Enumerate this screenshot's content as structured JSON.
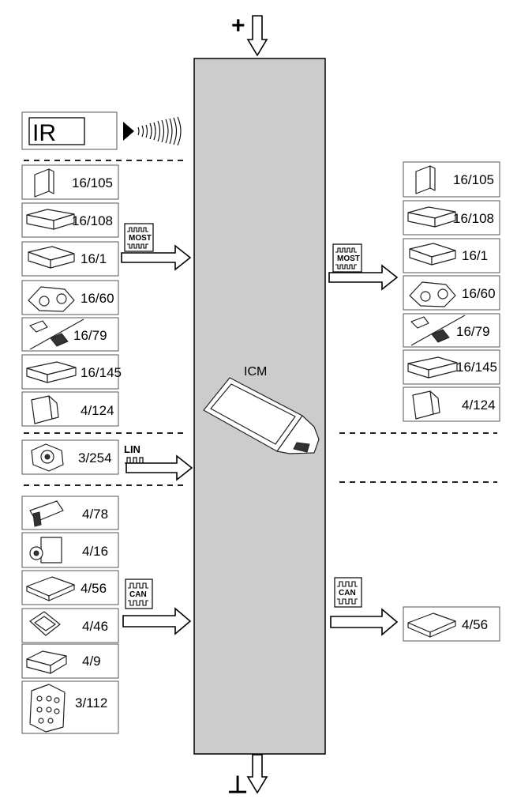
{
  "power": {
    "plus": "+",
    "ground": "⊥"
  },
  "icm": {
    "label": "ICM"
  },
  "ir": {
    "label": "IR"
  },
  "buses": {
    "most": "MOST",
    "lin": "LIN",
    "can": "CAN"
  },
  "left_most_units": [
    "16/105",
    "16/108",
    "16/1",
    "16/60",
    "16/79",
    "16/145",
    "4/124"
  ],
  "right_most_units": [
    "16/105",
    "16/108",
    "16/1",
    "16/60",
    "16/79",
    "16/145",
    "4/124"
  ],
  "left_lin_units": [
    "3/254"
  ],
  "left_can_units": [
    "4/78",
    "4/16",
    "4/56",
    "4/46",
    "4/9",
    "3/112"
  ],
  "right_can_units": [
    "4/56"
  ],
  "icons": {
    "most_units": [
      "plate-module-icon",
      "flat-box-icon",
      "amplifier-icon",
      "camera-unit-icon",
      "bracket-module-icon",
      "receiver-box-icon",
      "small-module-icon"
    ],
    "can_units": [
      "card-module-icon",
      "motor-unit-icon",
      "fuse-board-icon",
      "control-unit-icon",
      "relay-box-icon",
      "tall-control-icon"
    ],
    "lin_units": [
      "steering-switch-icon"
    ]
  },
  "colors": {
    "icm_bar": "#cccccc",
    "line": "#000000",
    "background": "#ffffff"
  }
}
